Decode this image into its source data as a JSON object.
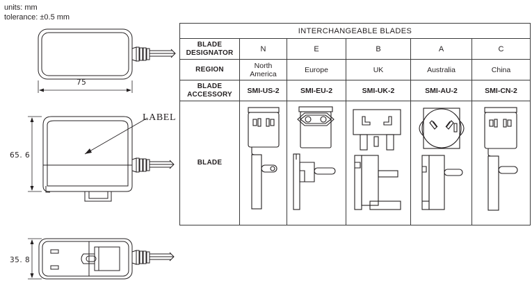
{
  "notes": {
    "units": "units: mm",
    "tolerance": "tolerance: ±0.5 mm"
  },
  "drawing": {
    "views": [
      {
        "name": "top-view",
        "dimension_label": "75",
        "dimension_value": 75,
        "axis": "width"
      },
      {
        "name": "side-view",
        "dimension_label": "65. 6",
        "dimension_value": 65.6,
        "axis": "height"
      },
      {
        "name": "bottom-view",
        "dimension_label": "35. 8",
        "dimension_value": 35.8,
        "axis": "height"
      }
    ],
    "annotations": [
      {
        "name": "label-callout",
        "text": "LABEL"
      }
    ]
  },
  "table": {
    "title": "INTERCHANGEABLE BLADES",
    "row_headers": {
      "designator": "BLADE\nDESIGNATOR",
      "designator_line1": "BLADE",
      "designator_line2": "DESIGNATOR",
      "region": "REGION",
      "accessory_line1": "BLADE",
      "accessory_line2": "ACCESSORY",
      "blade": "BLADE"
    },
    "columns": [
      {
        "designator": "N",
        "region": "North America",
        "region_line1": "North",
        "region_line2": "America",
        "accessory": "SMI-US-2",
        "blade_type": "us-blade"
      },
      {
        "designator": "E",
        "region": "Europe",
        "region_line1": "Europe",
        "region_line2": "",
        "accessory": "SMI-EU-2",
        "blade_type": "eu-blade"
      },
      {
        "designator": "B",
        "region": "UK",
        "region_line1": "UK",
        "region_line2": "",
        "accessory": "SMI-UK-2",
        "blade_type": "uk-blade"
      },
      {
        "designator": "A",
        "region": "Australia",
        "region_line1": "Australia",
        "region_line2": "",
        "accessory": "SMI-AU-2",
        "blade_type": "au-blade"
      },
      {
        "designator": "C",
        "region": "China",
        "region_line1": "China",
        "region_line2": "",
        "accessory": "SMI-CN-2",
        "blade_type": "cn-blade"
      }
    ]
  },
  "colors": {
    "line": "#231f20",
    "table_border": "#3a3a3a",
    "background": "#ffffff"
  }
}
